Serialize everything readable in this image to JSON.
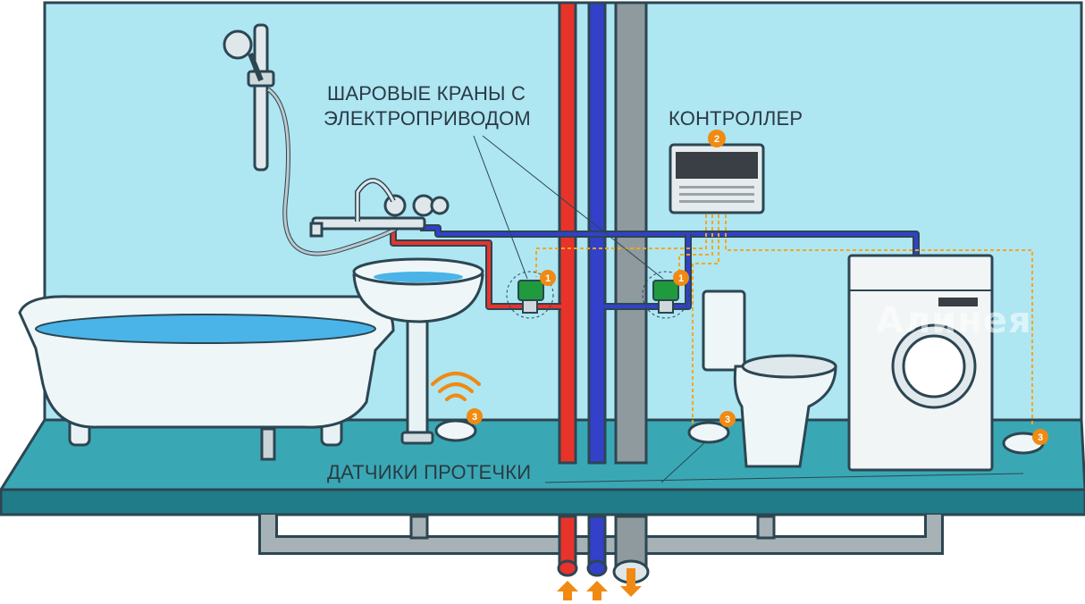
{
  "labels": {
    "ball_valves": "ШАРОВЫЕ КРАНЫ С ЭЛЕКТРОПРИВОДОМ",
    "ball_valves_line1": "ШАРОВЫЕ КРАНЫ С",
    "ball_valves_line2": "ЭЛЕКТРОПРИВОДОМ",
    "controller": "КОНТРОЛЛЕР",
    "leak_sensors": "ДАТЧИКИ ПРОТЕЧКИ"
  },
  "badges": {
    "valve": "1",
    "controller": "2",
    "sensor": "3"
  },
  "watermark": "Алинея",
  "colors": {
    "wall": "#aee6f2",
    "floor": "#3aa8b4",
    "hot_pipe": "#e8332b",
    "cold_pipe": "#3340c9",
    "sewer_pipe": "#8f9a9e",
    "signal_wire": "#f5a623",
    "badge": "#f08a12",
    "valve": "#1f9a3c"
  },
  "icons": [
    "bathtub-icon",
    "shower-icon",
    "sink-icon",
    "toilet-icon",
    "washing-machine-icon",
    "leak-sensor-icon",
    "ball-valve-icon",
    "controller-icon",
    "wifi-signal-icon",
    "arrow-up-icon",
    "arrow-down-icon"
  ]
}
